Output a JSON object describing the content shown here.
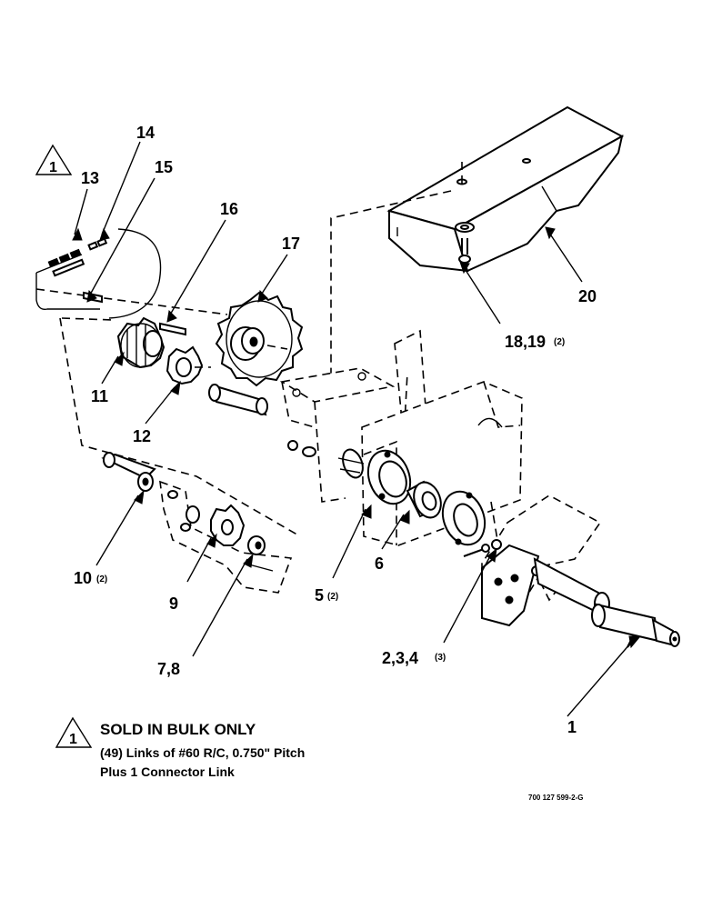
{
  "callouts": {
    "c1": "1",
    "c234": "2,3,4",
    "c234_qty": "(3)",
    "c5": "5",
    "c5_qty": "(2)",
    "c6": "6",
    "c78": "7,8",
    "c9": "9",
    "c10": "10",
    "c10_qty": "(2)",
    "c11": "11",
    "c12": "12",
    "c13": "13",
    "c14": "14",
    "c15": "15",
    "c16": "16",
    "c17": "17",
    "c1819": "18,19",
    "c1819_qty": "(2)",
    "c20": "20"
  },
  "flag_symbol": "1",
  "note": {
    "symbol": "1",
    "title": "SOLD IN BULK ONLY",
    "line1": "(49) Links of #60 R/C, 0.750\" Pitch",
    "line2": "Plus 1 Connector Link"
  },
  "drawing_number": "700 127 599-2-G"
}
